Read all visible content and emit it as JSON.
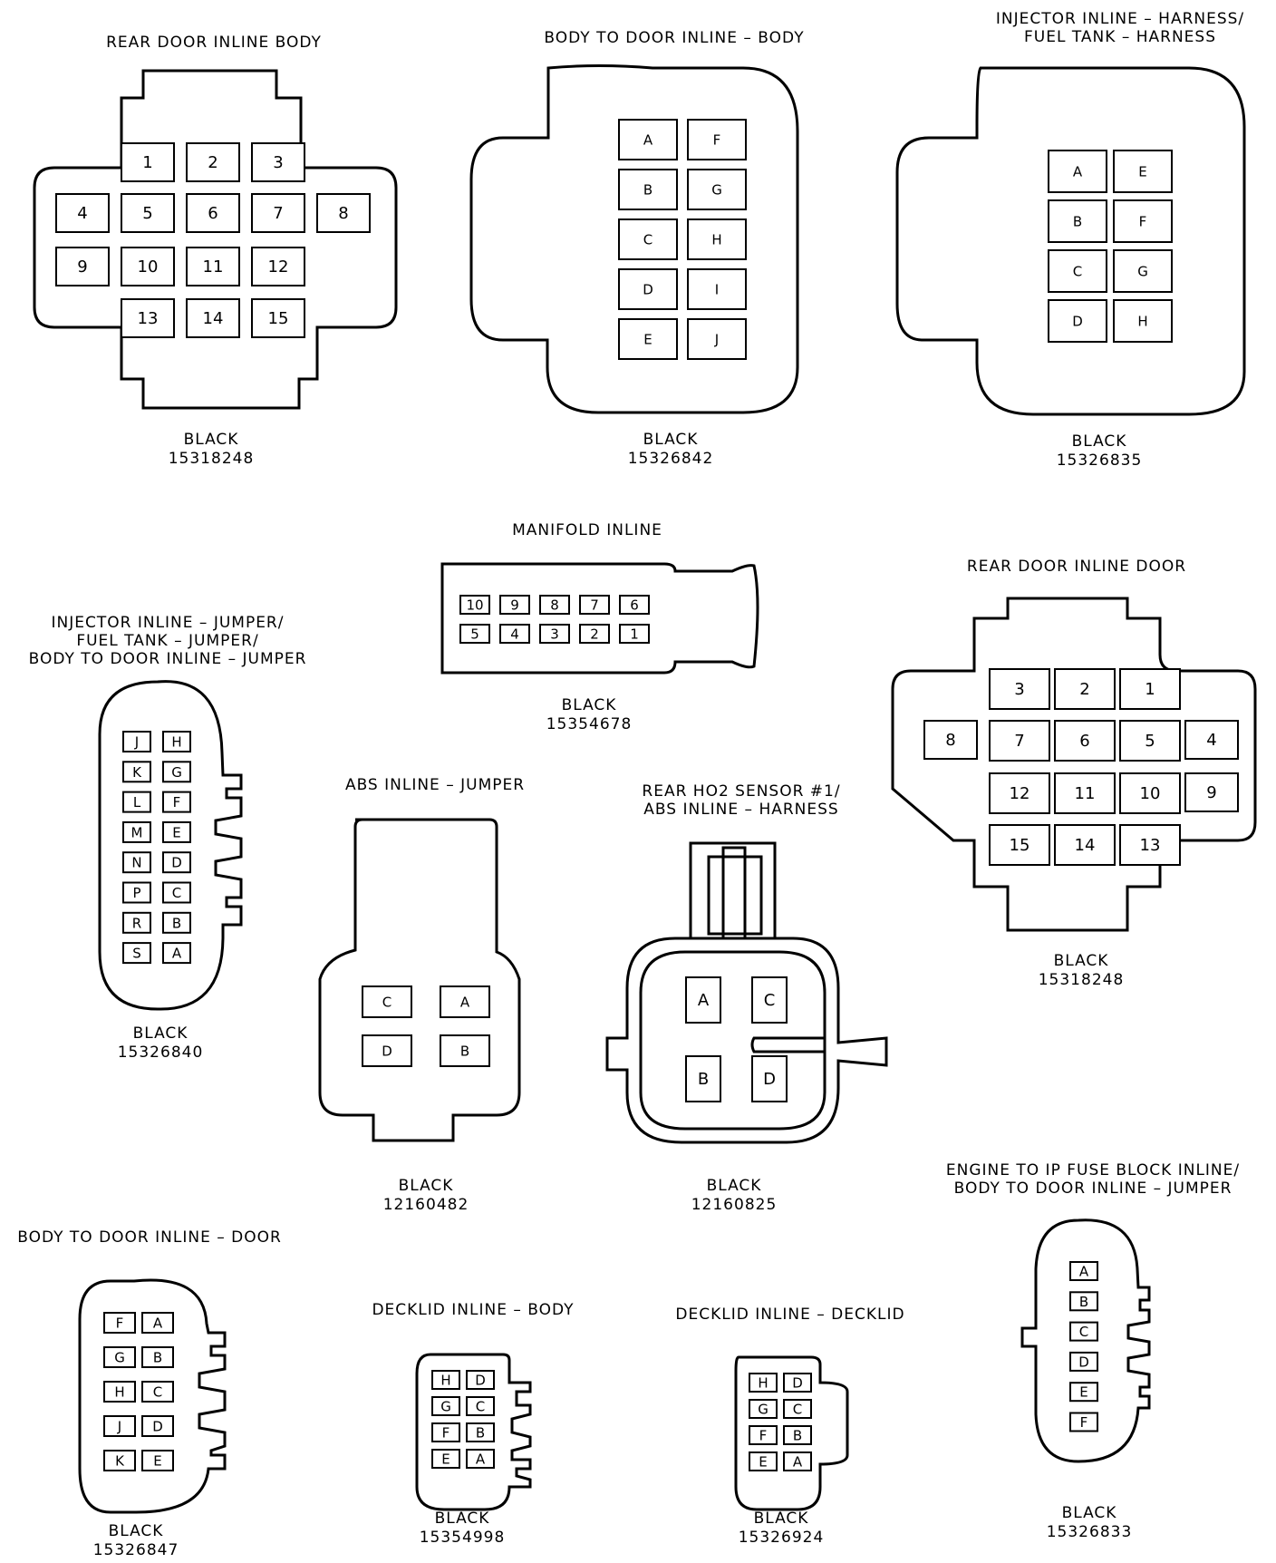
{
  "connectors": [
    {
      "id": "rear-door-inline-body",
      "title": [
        "REAR DOOR INLINE BODY"
      ],
      "color": "BLACK",
      "part": "15318248",
      "pins": [
        "1",
        "2",
        "3",
        "4",
        "5",
        "6",
        "7",
        "8",
        "9",
        "10",
        "11",
        "12",
        "13",
        "14",
        "15"
      ]
    },
    {
      "id": "body-to-door-inline-body",
      "title": [
        "BODY TO DOOR INLINE – BODY"
      ],
      "color": "BLACK",
      "part": "15326842",
      "pins": [
        "A",
        "F",
        "B",
        "G",
        "C",
        "H",
        "D",
        "I",
        "E",
        "J"
      ]
    },
    {
      "id": "injector-inline-harness",
      "title": [
        "INJECTOR INLINE – HARNESS/",
        "FUEL TANK – HARNESS"
      ],
      "color": "BLACK",
      "part": "15326835",
      "pins": [
        "A",
        "E",
        "B",
        "F",
        "C",
        "G",
        "D",
        "H"
      ]
    },
    {
      "id": "manifold-inline",
      "title": [
        "MANIFOLD INLINE"
      ],
      "color": "BLACK",
      "part": "15354678",
      "pins": [
        "10",
        "9",
        "8",
        "7",
        "6",
        "5",
        "4",
        "3",
        "2",
        "1"
      ]
    },
    {
      "id": "rear-door-inline-door",
      "title": [
        "REAR DOOR INLINE DOOR"
      ],
      "color": "BLACK",
      "part": "15318248",
      "pins": [
        "3",
        "2",
        "1",
        "8",
        "7",
        "6",
        "5",
        "4",
        "12",
        "11",
        "10",
        "9",
        "15",
        "14",
        "13"
      ]
    },
    {
      "id": "injector-inline-jumper",
      "title": [
        "INJECTOR INLINE – JUMPER/",
        "FUEL TANK – JUMPER/",
        "BODY TO DOOR INLINE – JUMPER"
      ],
      "color": "BLACK",
      "part": "15326840",
      "pins": [
        "J",
        "H",
        "K",
        "G",
        "L",
        "F",
        "M",
        "E",
        "N",
        "D",
        "P",
        "C",
        "R",
        "B",
        "S",
        "A"
      ]
    },
    {
      "id": "abs-inline-jumper",
      "title": [
        "ABS INLINE – JUMPER"
      ],
      "color": "BLACK",
      "part": "12160482",
      "pins": [
        "C",
        "A",
        "D",
        "B"
      ]
    },
    {
      "id": "rear-ho2-sensor",
      "title": [
        "REAR HO2 SENSOR #1/",
        "ABS INLINE – HARNESS"
      ],
      "color": "BLACK",
      "part": "12160825",
      "pins": [
        "A",
        "C",
        "B",
        "D"
      ]
    },
    {
      "id": "body-to-door-inline-door",
      "title": [
        "BODY TO DOOR INLINE – DOOR"
      ],
      "color": "BLACK",
      "part": "15326847",
      "pins": [
        "F",
        "A",
        "G",
        "B",
        "H",
        "C",
        "J",
        "D",
        "K",
        "E"
      ]
    },
    {
      "id": "decklid-inline-body",
      "title": [
        "DECKLID INLINE – BODY"
      ],
      "color": "BLACK",
      "part": "15354998",
      "pins": [
        "H",
        "D",
        "G",
        "C",
        "F",
        "B",
        "E",
        "A"
      ]
    },
    {
      "id": "decklid-inline-decklid",
      "title": [
        "DECKLID INLINE – DECKLID"
      ],
      "color": "BLACK",
      "part": "15326924",
      "pins": [
        "H",
        "D",
        "G",
        "C",
        "F",
        "B",
        "E",
        "A"
      ]
    },
    {
      "id": "engine-to-ip-fuse-block",
      "title": [
        "ENGINE TO IP FUSE BLOCK INLINE/",
        "BODY TO DOOR INLINE – JUMPER"
      ],
      "color": "BLACK",
      "part": "15326833",
      "pins": [
        "A",
        "B",
        "C",
        "D",
        "E",
        "F"
      ]
    }
  ]
}
